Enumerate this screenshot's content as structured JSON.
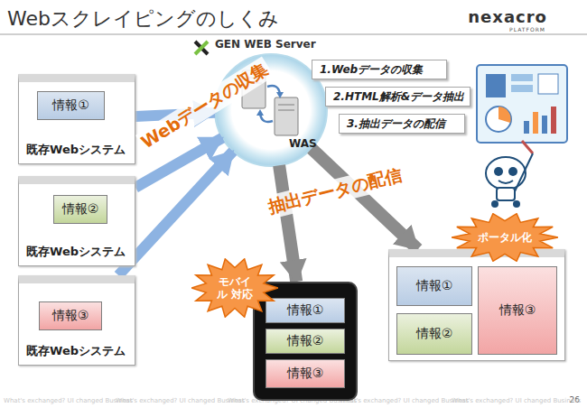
{
  "diagram": {
    "title": "Webスクレイピングのしくみ",
    "nodes": [
      {
        "text": [
          "既存Webシステム"
        ]
      },
      {
        "text": [
          "情報①"
        ],
        "in": 0
      },
      {
        "text": [
          "既存Webシステム"
        ]
      },
      {
        "text": [
          "情報②"
        ],
        "in": 2
      },
      {
        "text": [
          "既存Webシステム"
        ]
      },
      {
        "text": [
          "情報③"
        ],
        "in": 4
      },
      {
        "text": [
          "GEN WEB Server",
          "WAS"
        ]
      },
      {
        "text": [
          "1.Webデータの収集"
        ]
      },
      {
        "text": [
          "2.HTML解析&データ抽出"
        ]
      },
      {
        "text": [
          "3.抽出データの配信"
        ]
      },
      {
        "text": []
      },
      {
        "text": [
          "情報①"
        ],
        "in": 10
      },
      {
        "text": [
          "情報②"
        ],
        "in": 10
      },
      {
        "text": [
          "情報③"
        ],
        "in": 10
      },
      {
        "text": []
      },
      {
        "text": [
          "情報①"
        ],
        "in": 14
      },
      {
        "text": [
          "情報②"
        ],
        "in": 14
      },
      {
        "text": [
          "情報③"
        ],
        "in": 14
      },
      {
        "text": [
          "モバイル 対応"
        ]
      },
      {
        "text": [
          "ポータル化"
        ]
      }
    ],
    "edges": [
      {
        "from": 0,
        "to": 6,
        "arrow": "to"
      },
      {
        "from": 2,
        "to": 6,
        "label": "Webデータの収集",
        "arrow": "to"
      },
      {
        "from": 4,
        "to": 6,
        "arrow": "to"
      },
      {
        "from": 6,
        "to": 10,
        "label": "抽出データの配信",
        "arrow": "to"
      },
      {
        "from": 6,
        "to": 14,
        "arrow": "to"
      }
    ],
    "labels": [
      "nexacro",
      "PLATFORM",
      "26",
      "What's exchanged? UI changed Business",
      "What's exchanged? UI changed Business",
      "What's exchanged? UI changed Business",
      "What's exchanged? UI changed Business",
      "What's exchanged? UI changed Business"
    ]
  }
}
